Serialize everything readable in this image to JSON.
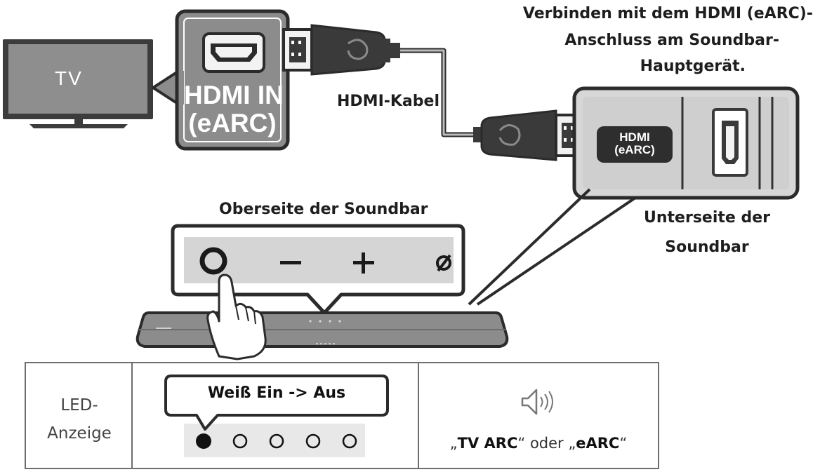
{
  "tv": {
    "label": "TV"
  },
  "tv_port": {
    "line1": "HDMI IN",
    "line2": "(eARC)"
  },
  "cable": {
    "label": "HDMI-Kabel"
  },
  "connect_note": {
    "line1": "Verbinden mit dem HDMI (eARC)-",
    "line2": "Anschluss am Soundbar-",
    "line3": "Hauptgerät."
  },
  "soundbar_port": {
    "line1": "HDMI",
    "line2": "(eARC)"
  },
  "bottom_label": {
    "line1": "Unterseite der",
    "line2": "Soundbar"
  },
  "top_label": "Oberseite der Soundbar",
  "buttons": [
    {
      "name": "power",
      "icon": "power-button-icon"
    },
    {
      "name": "volume-down",
      "icon": "minus-icon"
    },
    {
      "name": "volume-up",
      "icon": "plus-icon"
    },
    {
      "name": "source",
      "icon": "source-icon"
    }
  ],
  "table": {
    "label_line1": "LED-",
    "label_line2": "Anzeige",
    "led_callout": "Weiß Ein -> Aus",
    "leds": [
      {
        "state": "on"
      },
      {
        "state": "off"
      },
      {
        "state": "off"
      },
      {
        "state": "off"
      },
      {
        "state": "off"
      }
    ],
    "speaker_icon": "speaker-sound-icon",
    "mode": {
      "open1": "„",
      "tv_arc": "TV ARC",
      "close1": "“",
      "middle": " oder ",
      "open2": "„",
      "earc": "eARC",
      "close2": "“"
    }
  },
  "colors": {
    "panel_gray": "#8c8c8c",
    "light_gray": "#d7d7d7",
    "dark": "#2b2b2b",
    "connector": "#3a3a3a"
  }
}
